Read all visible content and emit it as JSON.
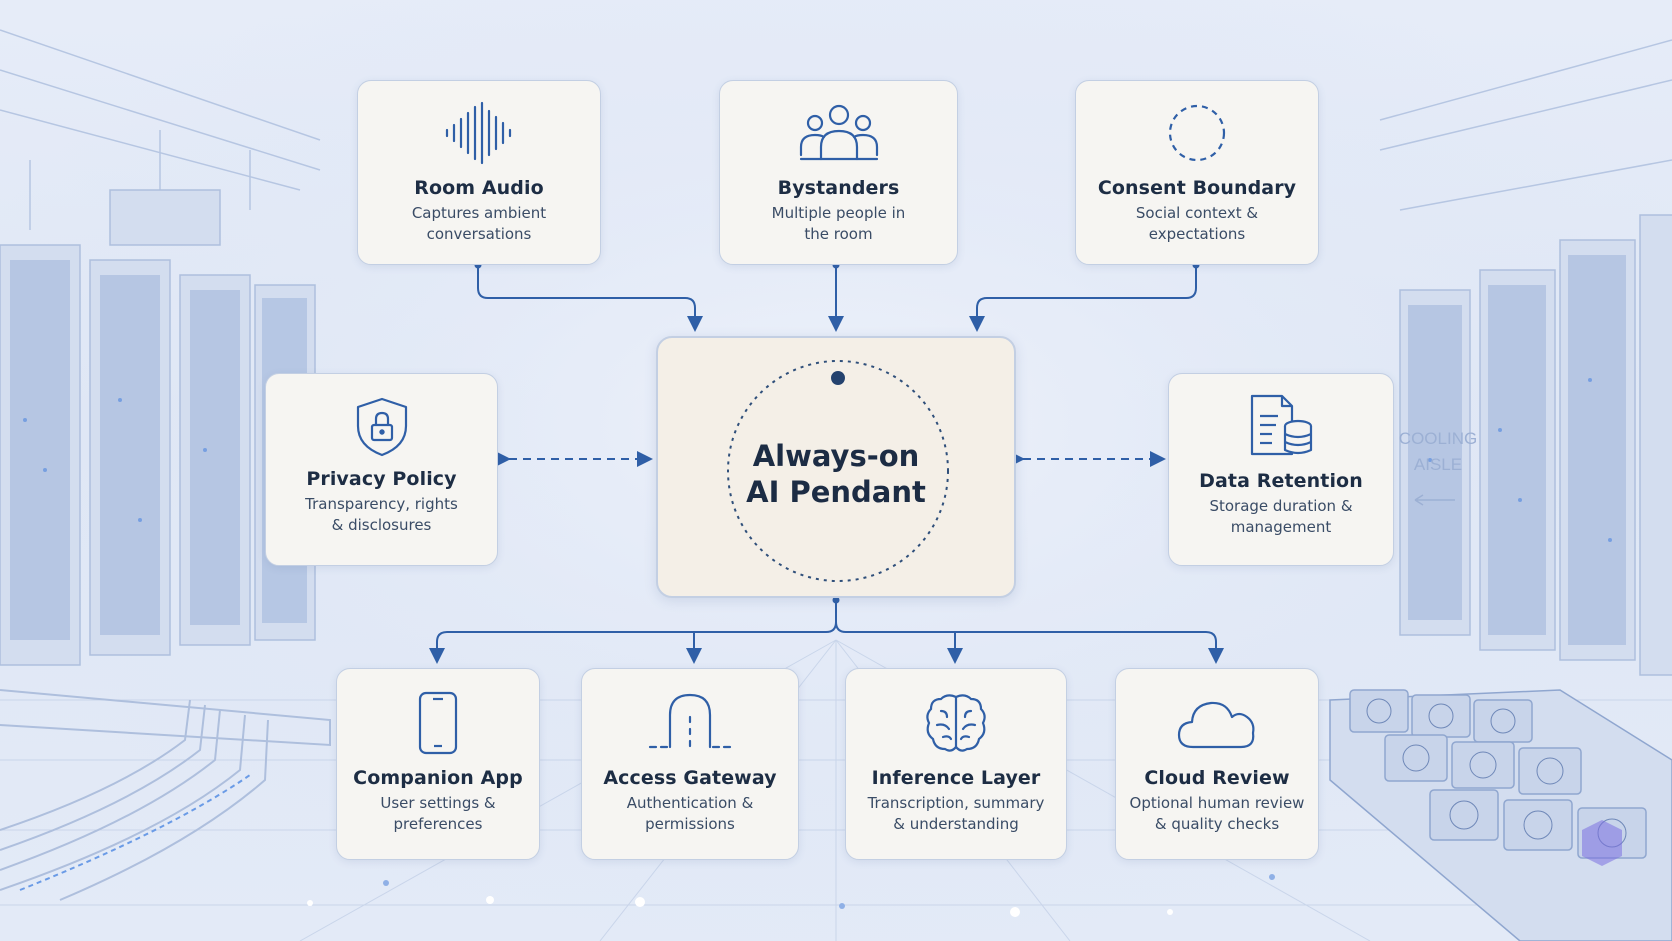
{
  "center": {
    "line1": "Always-on",
    "line2": "AI Pendant"
  },
  "top": [
    {
      "title": "Room Audio",
      "sub1": "Captures ambient",
      "sub2": "conversations",
      "icon": "audio-waveform-icon"
    },
    {
      "title": "Bystanders",
      "sub1": "Multiple people in",
      "sub2": "the room",
      "icon": "people-group-icon"
    },
    {
      "title": "Consent Boundary",
      "sub1": "Social context &",
      "sub2": "expectations",
      "icon": "dashed-circle-icon"
    }
  ],
  "side": [
    {
      "title": "Privacy Policy",
      "sub1": "Transparency, rights",
      "sub2": "& disclosures",
      "icon": "shield-lock-icon"
    },
    {
      "title": "Data Retention",
      "sub1": "Storage duration &",
      "sub2": "management",
      "icon": "document-database-icon"
    }
  ],
  "bottom": [
    {
      "title": "Companion App",
      "sub1": "User settings &",
      "sub2": "preferences",
      "icon": "smartphone-icon"
    },
    {
      "title": "Access Gateway",
      "sub1": "Authentication &",
      "sub2": "permissions",
      "icon": "gateway-arch-icon"
    },
    {
      "title": "Inference Layer",
      "sub1": "Transcription, summary",
      "sub2": "& understanding",
      "icon": "brain-icon"
    },
    {
      "title": "Cloud Review",
      "sub1": "Optional human review",
      "sub2": "& quality checks",
      "icon": "cloud-icon"
    }
  ],
  "background_sign": {
    "line1": "COOLING",
    "line2": "AISLE"
  },
  "colors": {
    "accent": "#2f5fa7",
    "card_bg": "#f6f5f2",
    "center_bg": "#f4efe7",
    "text": "#1d2d44"
  }
}
